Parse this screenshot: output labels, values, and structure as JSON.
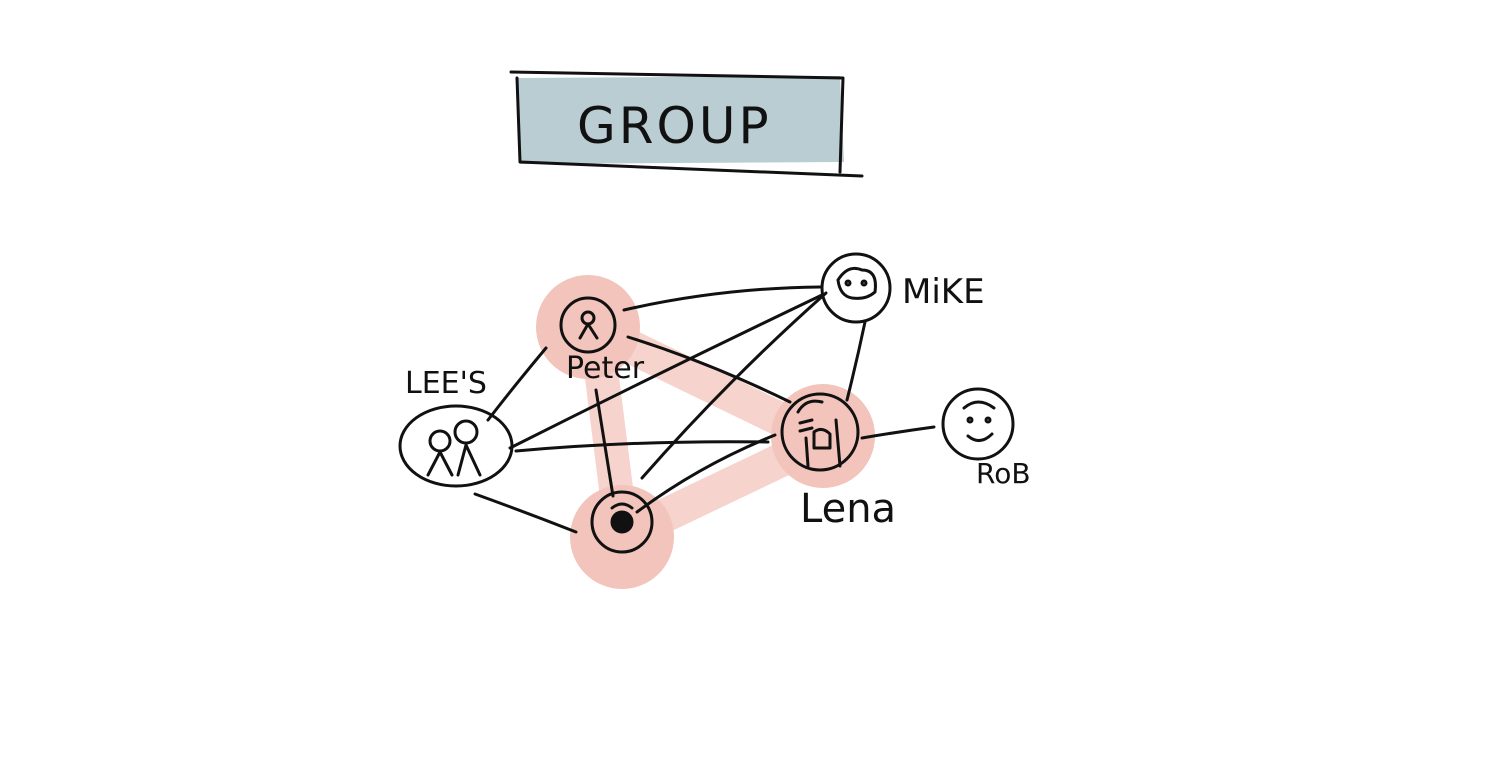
{
  "title": "GROUP",
  "colors": {
    "ink": "#111111",
    "title_fill": "#b9cdd3",
    "highlight": "#f2c4bb",
    "background": "#ffffff"
  },
  "nodes": {
    "lees": {
      "label": "LEE'S",
      "icon": "couple-avatar-icon",
      "highlighted": false
    },
    "peter": {
      "label": "Peter",
      "icon": "person-avatar-icon",
      "highlighted": true
    },
    "mike": {
      "label": "MiKE",
      "icon": "face-avatar-icon",
      "highlighted": false
    },
    "lena": {
      "label": "Lena",
      "icon": "long-hair-avatar-icon",
      "highlighted": true
    },
    "rob": {
      "label": "RoB",
      "icon": "smiling-face-avatar-icon",
      "highlighted": false
    },
    "unlabeled": {
      "label": "",
      "icon": "small-face-avatar-icon",
      "highlighted": true
    }
  },
  "connections": [
    [
      "lees",
      "peter"
    ],
    [
      "lees",
      "mike"
    ],
    [
      "lees",
      "lena"
    ],
    [
      "lees",
      "unlabeled"
    ],
    [
      "peter",
      "mike"
    ],
    [
      "peter",
      "lena"
    ],
    [
      "peter",
      "unlabeled"
    ],
    [
      "mike",
      "lena"
    ],
    [
      "mike",
      "unlabeled"
    ],
    [
      "lena",
      "rob"
    ],
    [
      "lena",
      "unlabeled"
    ]
  ],
  "highlighted_path": [
    "peter",
    "lena",
    "unlabeled"
  ]
}
